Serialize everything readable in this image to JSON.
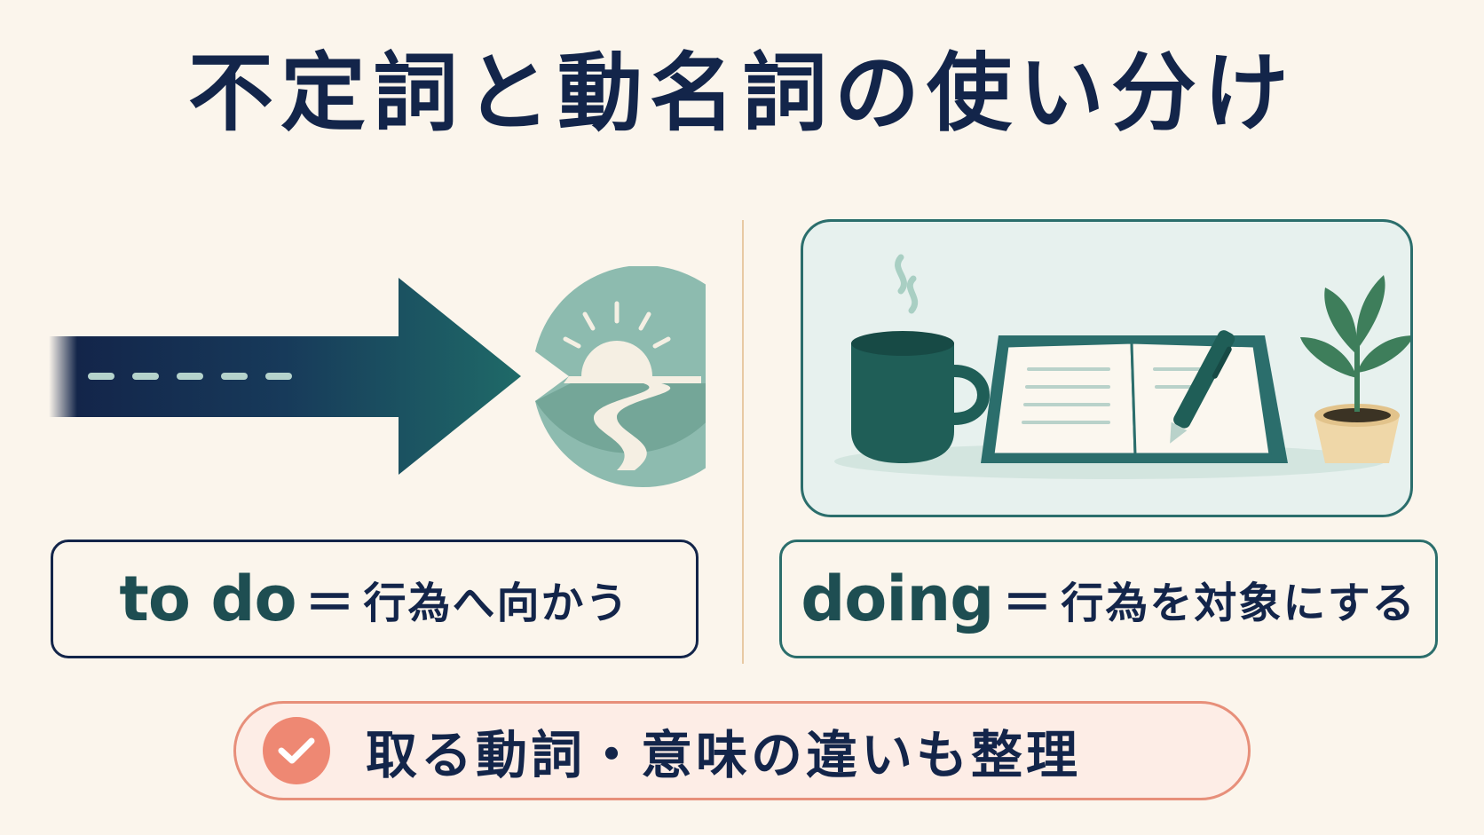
{
  "title": "不定詞と動名詞の使い分け",
  "left_label": {
    "main": "to do",
    "equals": "＝",
    "sub": "行為へ向かう"
  },
  "right_label": {
    "main": "doing",
    "equals": "＝",
    "sub": "行為を対象にする"
  },
  "note": {
    "icon": "check-icon",
    "text": "取る動詞・意味の違いも整理"
  },
  "colors": {
    "background": "#FBF5EC",
    "navy": "#13254A",
    "teal": "#2B6E6C",
    "sage": "#8DBBAF",
    "coral": "#EE8873"
  }
}
